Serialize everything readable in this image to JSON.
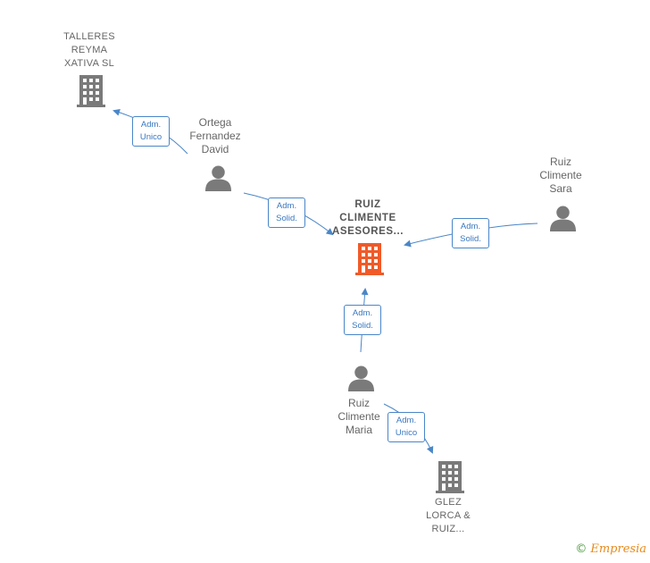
{
  "colors": {
    "edge": "#4a86c8",
    "node_gray": "#7a7a7a",
    "node_main": "#f05a28"
  },
  "nodes": {
    "main": {
      "label": "RUIZ\nCLIMENTE\nASESORES...",
      "type": "company-main",
      "icon": "building-icon"
    },
    "talleres": {
      "label": "TALLERES\nREYMA\nXATIVA  SL",
      "type": "company",
      "icon": "building-icon"
    },
    "ortega": {
      "label": "Ortega\nFernandez\nDavid",
      "type": "person",
      "icon": "person-icon"
    },
    "ruiz_sara": {
      "label": "Ruiz\nClimente\nSara",
      "type": "person",
      "icon": "person-icon"
    },
    "ruiz_maria": {
      "label": "Ruiz\nClimente\nMaria",
      "type": "person",
      "icon": "person-icon"
    },
    "glez": {
      "label": "GLEZ\nLORCA &\nRUIZ...",
      "type": "company",
      "icon": "building-icon"
    }
  },
  "relations": {
    "ortega_talleres": {
      "line1": "Adm.",
      "line2": "Unico"
    },
    "ortega_main": {
      "line1": "Adm.",
      "line2": "Solid."
    },
    "sara_main": {
      "line1": "Adm.",
      "line2": "Solid."
    },
    "maria_main": {
      "line1": "Adm.",
      "line2": "Solid."
    },
    "maria_glez": {
      "line1": "Adm.",
      "line2": "Unico"
    }
  },
  "footer": {
    "copyright": "©",
    "brand": "Empresia"
  }
}
